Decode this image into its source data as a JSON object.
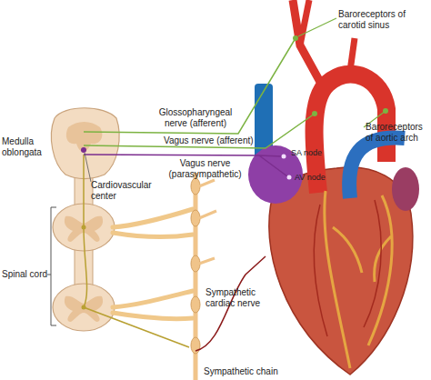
{
  "diagram": {
    "labels": [
      "Baroreceptors of carotid sinus",
      "Baroreceptors of aortic arch",
      "Medulla oblongata",
      "Glossopharyngeal nerve (afferent)",
      "Vagus nerve (afferent)",
      "Vagus nerve (parasympathetic)",
      "Cardiovascular center",
      "SA node",
      "AV node",
      "Spinal cord",
      "Sympathetic cardiac nerve",
      "Sympathetic chain"
    ]
  }
}
